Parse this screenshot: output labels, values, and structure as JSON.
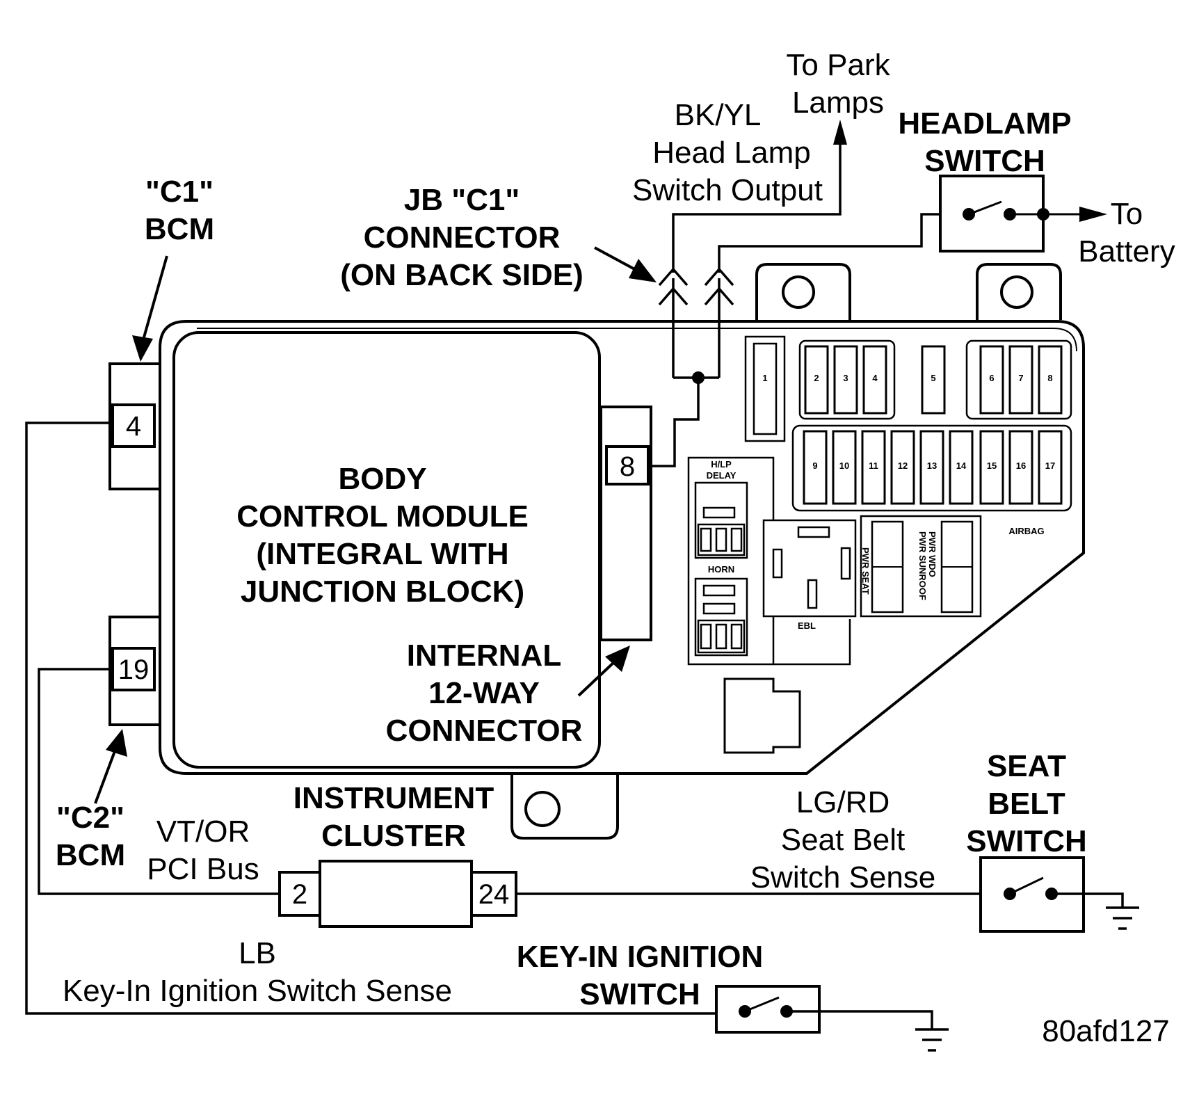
{
  "bcm": {
    "title_lines": [
      "BODY",
      "CONTROL MODULE",
      "(INTEGRAL WITH",
      "JUNCTION BLOCK)"
    ]
  },
  "labels": {
    "c1_bcm": [
      "\"C1\"",
      "BCM"
    ],
    "c2_bcm": [
      "\"C2\"",
      "BCM"
    ],
    "jb_c1": [
      "JB \"C1\"",
      "CONNECTOR",
      "(ON BACK SIDE)"
    ],
    "internal_connector": [
      "INTERNAL",
      "12-WAY",
      "CONNECTOR"
    ],
    "park_lamps": [
      "To Park",
      "Lamps"
    ],
    "headlamp_output": [
      "BK/YL",
      "Head Lamp",
      "Switch Output"
    ],
    "headlamp_switch": [
      "HEADLAMP",
      "SWITCH"
    ],
    "to_battery": [
      "To",
      "Battery"
    ],
    "instrument_cluster": [
      "INSTRUMENT",
      "CLUSTER"
    ],
    "pci_bus": [
      "VT/OR",
      "PCI Bus"
    ],
    "seat_belt_sense": [
      "LG/RD",
      "Seat Belt",
      "Switch Sense"
    ],
    "seat_belt_switch": [
      "SEAT",
      "BELT",
      "SWITCH"
    ],
    "key_in_sense": [
      "LB",
      "Key-In Ignition Switch Sense"
    ],
    "key_in_switch": [
      "KEY-IN IGNITION",
      "SWITCH"
    ],
    "figure_id": "80afd127"
  },
  "pins": {
    "c1": "4",
    "c2": "19",
    "internal": "8",
    "cluster_left": "2",
    "cluster_right": "24"
  },
  "fuse_panel": {
    "fuses_top": [
      "1",
      "2",
      "3",
      "4",
      "5",
      "6",
      "7",
      "8"
    ],
    "fuses_bottom": [
      "9",
      "10",
      "11",
      "12",
      "13",
      "14",
      "15",
      "16",
      "17"
    ],
    "relay_labels": {
      "hlp_delay": [
        "H/LP",
        "DELAY"
      ],
      "horn": "HORN",
      "ebl": "EBL",
      "pwr_seat": "PWR SEAT",
      "pwr_sunroof": [
        "PWR WDO",
        "PWR SUNROOF"
      ],
      "airbag": "AIRBAG"
    }
  }
}
